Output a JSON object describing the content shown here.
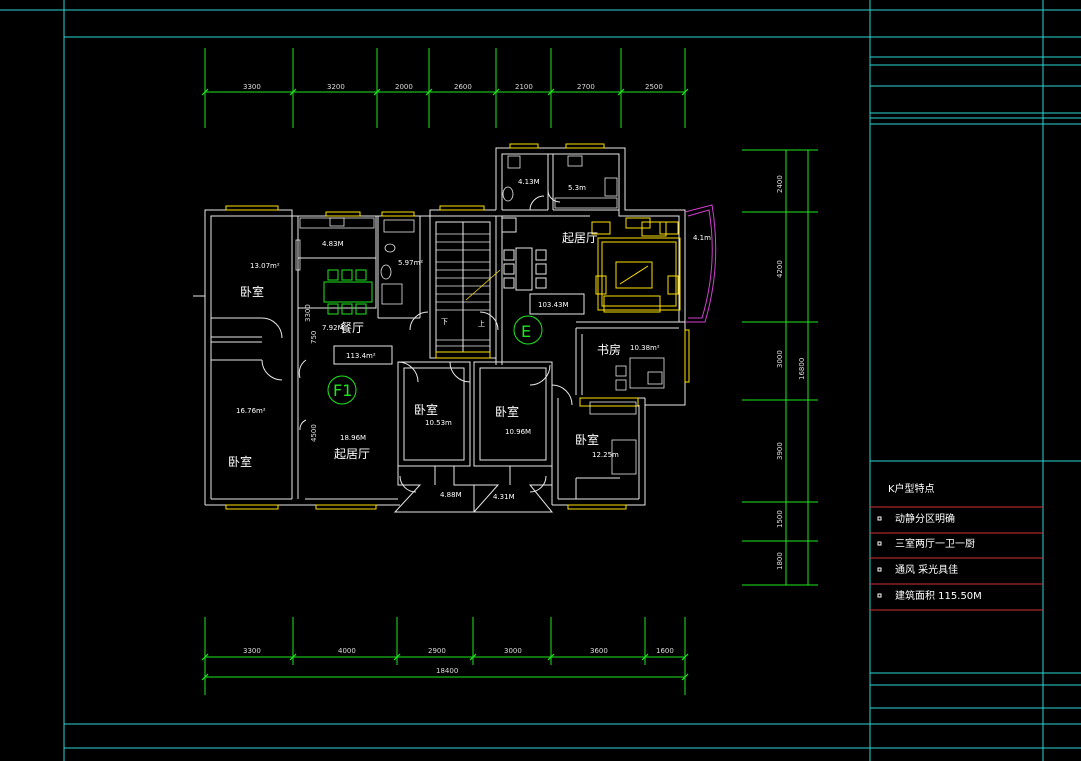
{
  "drawing": {
    "top_dimensions": [
      "3300",
      "3200",
      "2000",
      "2600",
      "2100",
      "2700",
      "2500"
    ],
    "bottom_dimensions": [
      "3300",
      "4000",
      "2900",
      "3000",
      "3600",
      "1600"
    ],
    "bottom_total": "18400",
    "right_dimensions": [
      "2400",
      "4200",
      "3000",
      "3900",
      "1500",
      "1800"
    ],
    "right_total": "16800",
    "unit_labels": {
      "f1": "F1",
      "e": "E"
    },
    "rooms": {
      "bedroom_left_top": "卧室",
      "bedroom_left_bottom": "卧室",
      "dining": "餐厅",
      "living_left": "起居厅",
      "bedroom_mid1": "卧室",
      "bedroom_mid2": "卧室",
      "living_right": "起居厅",
      "study": "书房",
      "bedroom_right": "卧室",
      "stair_down": "下",
      "stair_up": "上"
    },
    "areas": {
      "bedroom_left_top": "13.07m²",
      "bedroom_left_bottom": "16.76m²",
      "kitchen_left": "4.83M",
      "bath_left": "5.97m²",
      "dining": "7.92M",
      "unit_f1_total": "113.4m²",
      "living_left": "18.96M",
      "bedroom_mid1": "10.53m",
      "bedroom_mid2": "10.96M",
      "balcony_mid1": "4.88M",
      "balcony_mid2": "4.31M",
      "bath_right": "4.13M",
      "kitchen_right": "5.3m",
      "balcony_right": "4.1m",
      "unit_e_total": "103.43M",
      "study": "10.38m²",
      "bedroom_right": "12.25m"
    },
    "wall_dims": [
      "3300",
      "750",
      "4500"
    ]
  },
  "panel": {
    "title": "K户型特点",
    "items": [
      "动静分区明确",
      "三室两厅一卫一厨",
      "通风 采光具佳",
      "建筑面积 115.50M"
    ]
  }
}
